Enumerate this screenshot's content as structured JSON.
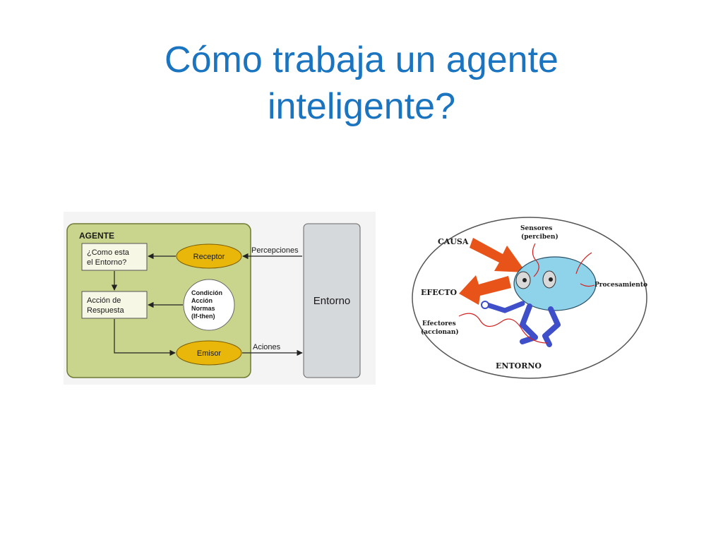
{
  "slide": {
    "title_line1": "Cómo trabaja un agente",
    "title_line2": "inteligente?"
  },
  "left_diagram": {
    "agent_label": "AGENTE",
    "question_line1": "¿Como esta",
    "question_line2": "el Entorno?",
    "action_line1": "Acción de",
    "action_line2": "Respuesta",
    "receptor": "Receptor",
    "emisor": "Emisor",
    "rules_line1": "Condición",
    "rules_line2": "Acción",
    "rules_line3": "Normas",
    "rules_line4": "(If-then)",
    "perceptions": "Percepciones",
    "actions": "Aciones",
    "environment": "Entorno",
    "colors": {
      "agent_panel": "#c9d48c",
      "ellipse": "#e8b70a",
      "environment": "#d6d9dc"
    }
  },
  "right_diagram": {
    "cause": "CAUSA",
    "effect": "EFECTO",
    "sensors_line1": "Sensores",
    "sensors_line2": "(perciben)",
    "processing": "Procesamiento",
    "effectors_line1": "Efectores",
    "effectors_line2": "(accionan)",
    "environment": "ENTORNO",
    "colors": {
      "arrow": "#e8531a",
      "body": "#8fd3ea",
      "legs": "#3f4fc9"
    }
  }
}
